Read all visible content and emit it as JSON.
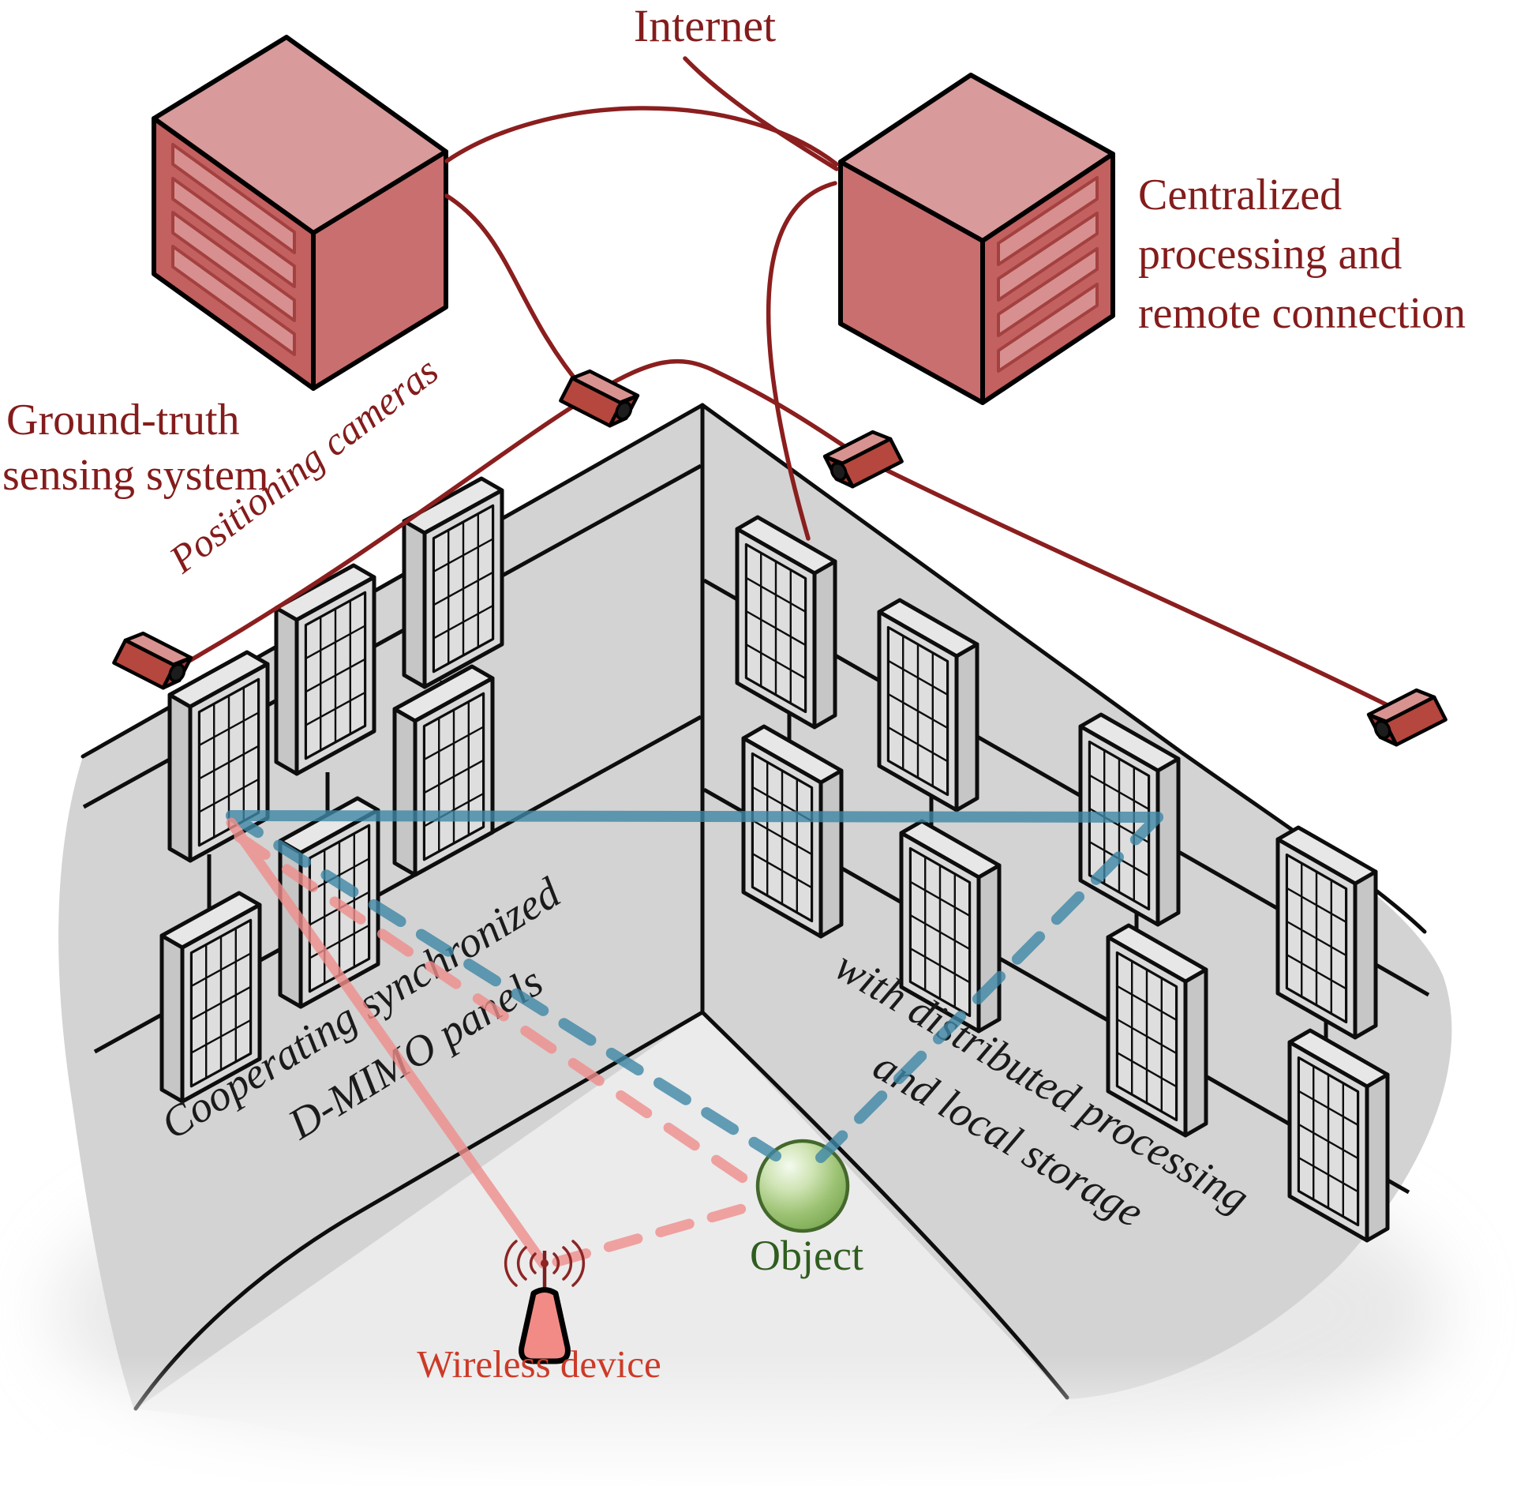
{
  "diagram": {
    "kind": "isometric D-MIMO testbed architecture diagram",
    "labels": {
      "internet": "Internet",
      "ground_truth_line1": "Ground-truth",
      "ground_truth_line2": "sensing system",
      "centralized_line1": "Centralized",
      "centralized_line2": "processing and",
      "centralized_line3": "remote connection",
      "positioning_cameras": "Positioning cameras",
      "panels_line1": "Cooperating synchronized",
      "panels_line2": "D-MIMO panels",
      "distributed_line1": "with distributed processing",
      "distributed_line2": "and local storage",
      "object": "Object",
      "wireless_device": "Wireless device"
    },
    "colors": {
      "label_dark_red": "#841c1c",
      "cable_red": "#8b1e1e",
      "server_front": "#c96f6f",
      "server_top": "#d89a9a",
      "server_side": "#c36060",
      "server_slat": "#d88f8f",
      "camera_body": "#b5473e",
      "wall_gray": "#d3d3d3",
      "floor_gray": "#ebebeb",
      "panel_face": "#d9d9d9",
      "blue_link": "#3f87a6",
      "pink_link": "#ef8e8c",
      "object_green": "#86b35f",
      "object_label_green": "#2f5d1f",
      "wireless_label_red": "#cd3a28"
    }
  }
}
